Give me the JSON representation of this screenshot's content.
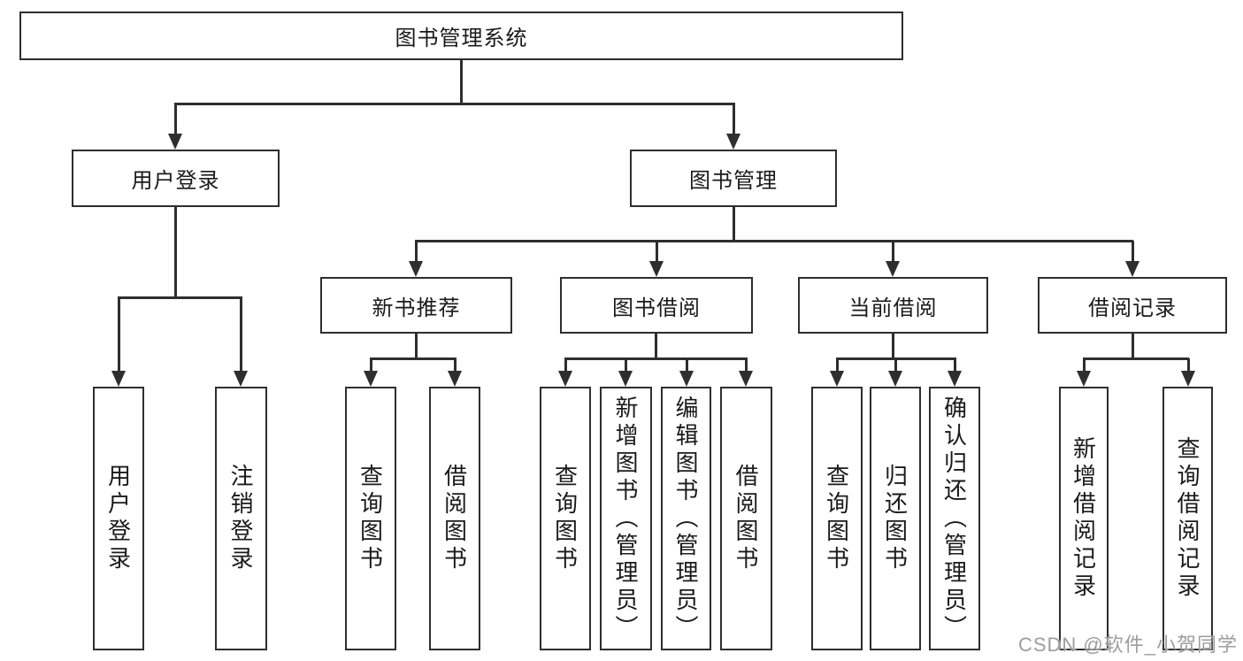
{
  "diagram": {
    "root": "图书管理系统",
    "branches": {
      "user_login": {
        "label": "用户登录",
        "children": [
          "用户登录",
          "注销登录"
        ]
      },
      "book_management": {
        "label": "图书管理",
        "children": [
          {
            "label": "新书推荐",
            "children": [
              "查询图书",
              "借阅图书"
            ]
          },
          {
            "label": "图书借阅",
            "children": [
              "查询图书",
              "新增图书（管理员）",
              "编辑图书（管理员）",
              "借阅图书"
            ]
          },
          {
            "label": "当前借阅",
            "children": [
              "查询图书",
              "归还图书",
              "确认归还（管理员）"
            ]
          },
          {
            "label": "借阅记录",
            "children": [
              "新增借阅记录",
              "查询借阅记录"
            ]
          }
        ]
      }
    }
  },
  "watermark": "CSDN @软件_小贺同学",
  "colors": {
    "line": "#2e2e2e",
    "text": "#1a1a1a",
    "background": "#ffffff",
    "watermark": "#9d9d9d"
  }
}
